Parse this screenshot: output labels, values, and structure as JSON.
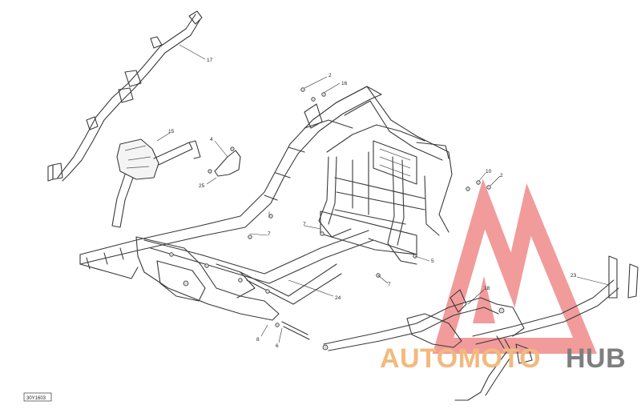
{
  "diagram": {
    "reference_code": "30Y1603",
    "callouts": [
      {
        "id": "c17",
        "label": "17"
      },
      {
        "id": "c15",
        "label": "15"
      },
      {
        "id": "c4",
        "label": "4"
      },
      {
        "id": "c25",
        "label": "25"
      },
      {
        "id": "c2a",
        "label": "2"
      },
      {
        "id": "c16",
        "label": "16"
      },
      {
        "id": "c7a",
        "label": "7"
      },
      {
        "id": "c7b",
        "label": "7"
      },
      {
        "id": "c10",
        "label": "10"
      },
      {
        "id": "c2b",
        "label": "2"
      },
      {
        "id": "c5",
        "label": "5"
      },
      {
        "id": "c7c",
        "label": "7"
      },
      {
        "id": "c24",
        "label": "24"
      },
      {
        "id": "c18",
        "label": "18"
      },
      {
        "id": "c23",
        "label": "23"
      },
      {
        "id": "c8",
        "label": "8"
      },
      {
        "id": "c6",
        "label": "6"
      }
    ]
  },
  "watermark": {
    "text_auto": "AUTOMOTO",
    "text_hub": "HUB",
    "logo_color": "#f08080",
    "auto_color": "#f2b97e",
    "hub_color": "#7e7e7e"
  }
}
